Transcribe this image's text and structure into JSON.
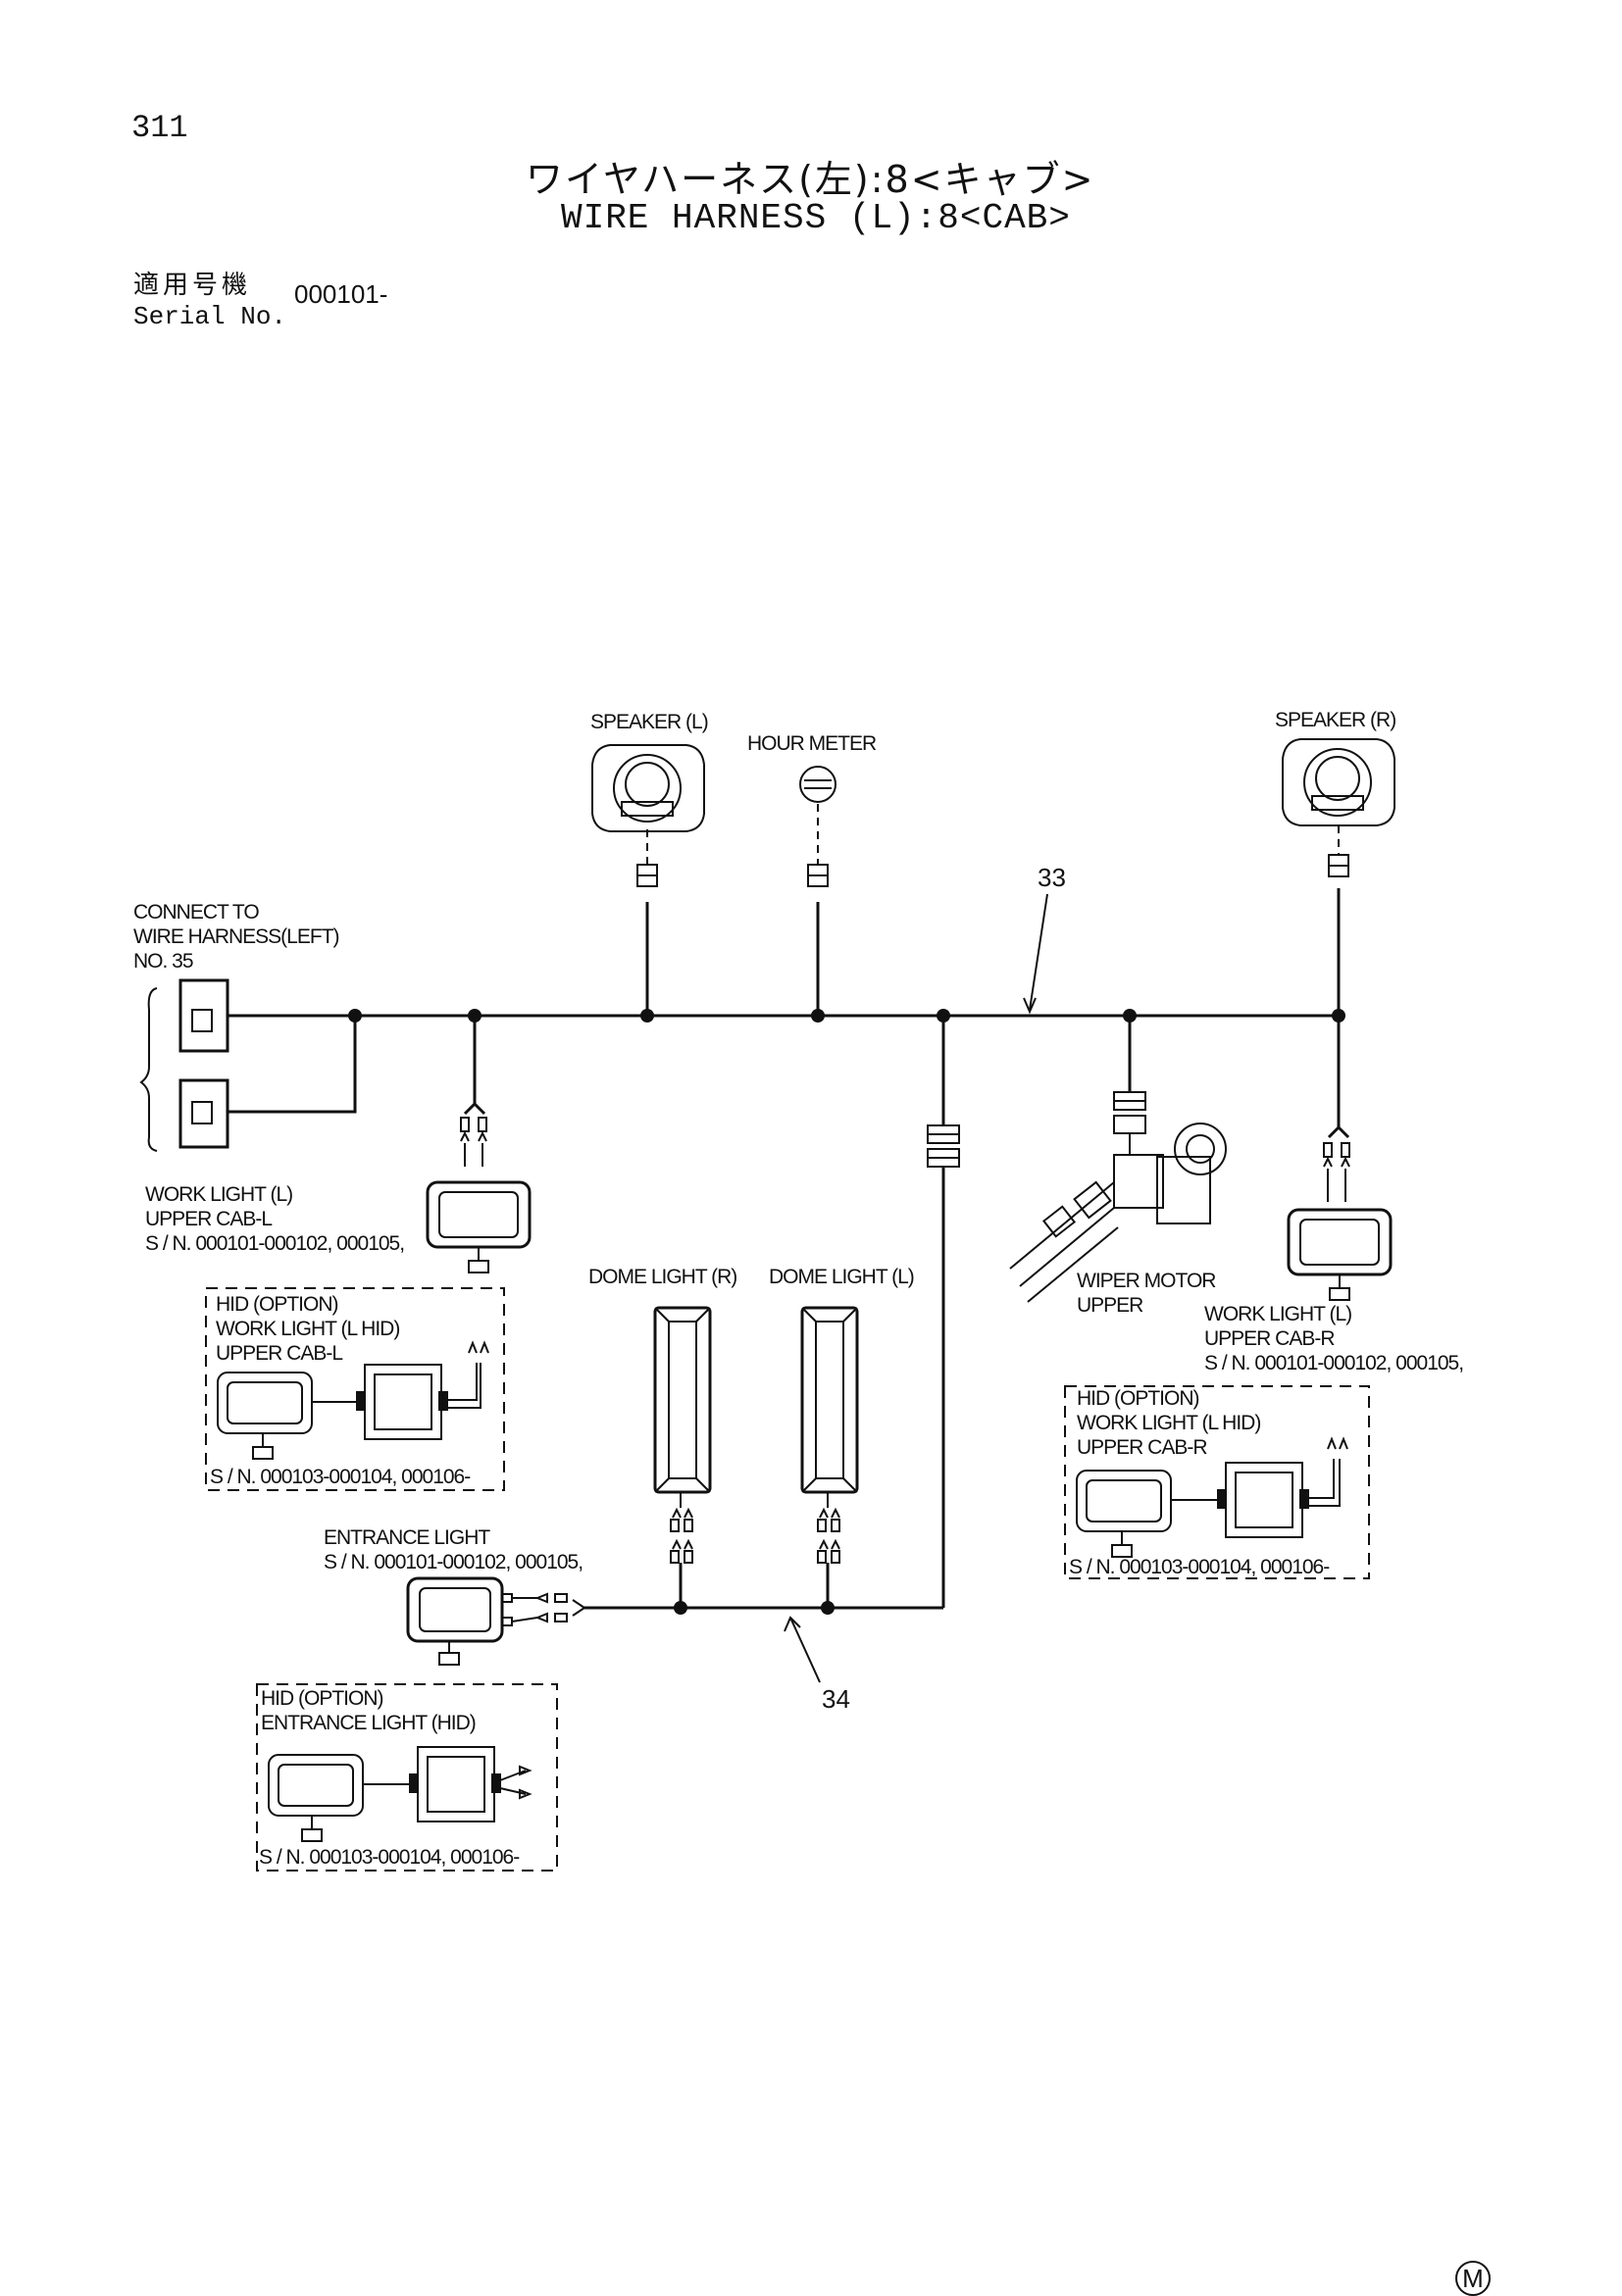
{
  "page": {
    "number": "311",
    "title_jp": "ワイヤハーネス(左):8<キャブ>",
    "title_en": "WIRE HARNESS (L):8<CAB>",
    "serial_label_jp": "適用号機",
    "serial_label_en": "Serial No.",
    "serial_value": "000101-",
    "corner_mark": "M"
  },
  "labels": {
    "speaker_l": "SPEAKER (L)",
    "hour_meter": "HOUR METER",
    "speaker_r": "SPEAKER (R)",
    "connect_to": [
      "CONNECT TO",
      "WIRE HARNESS(LEFT)",
      "NO. 35"
    ],
    "work_light_l": [
      "WORK LIGHT (L)",
      "UPPER CAB-L",
      "S / N. 000101-000102, 000105,"
    ],
    "hid_left": [
      "HID (OPTION)",
      "WORK LIGHT (L HID)",
      "UPPER CAB-L"
    ],
    "hid_left_serial": "S / N. 000103-000104, 000106-",
    "dome_light_r": "DOME LIGHT (R)",
    "dome_light_l": "DOME LIGHT (L)",
    "wiper_motor": [
      "WIPER MOTOR",
      "UPPER"
    ],
    "work_light_r": [
      "WORK LIGHT (L)",
      "UPPER CAB-R",
      "S / N. 000101-000102, 000105,"
    ],
    "hid_right": [
      "HID (OPTION)",
      "WORK LIGHT (L HID)",
      "UPPER CAB-R"
    ],
    "hid_right_serial": "S / N. 000103-000104, 000106-",
    "entrance_light": [
      "ENTRANCE LIGHT",
      "S / N. 000101-000102, 000105,"
    ],
    "hid_entrance": [
      "HID (OPTION)",
      "ENTRANCE LIGHT (HID)"
    ],
    "hid_entrance_serial": "S / N. 000103-000104, 000106-"
  },
  "callouts": {
    "harness_33": "33",
    "harness_34": "34"
  }
}
